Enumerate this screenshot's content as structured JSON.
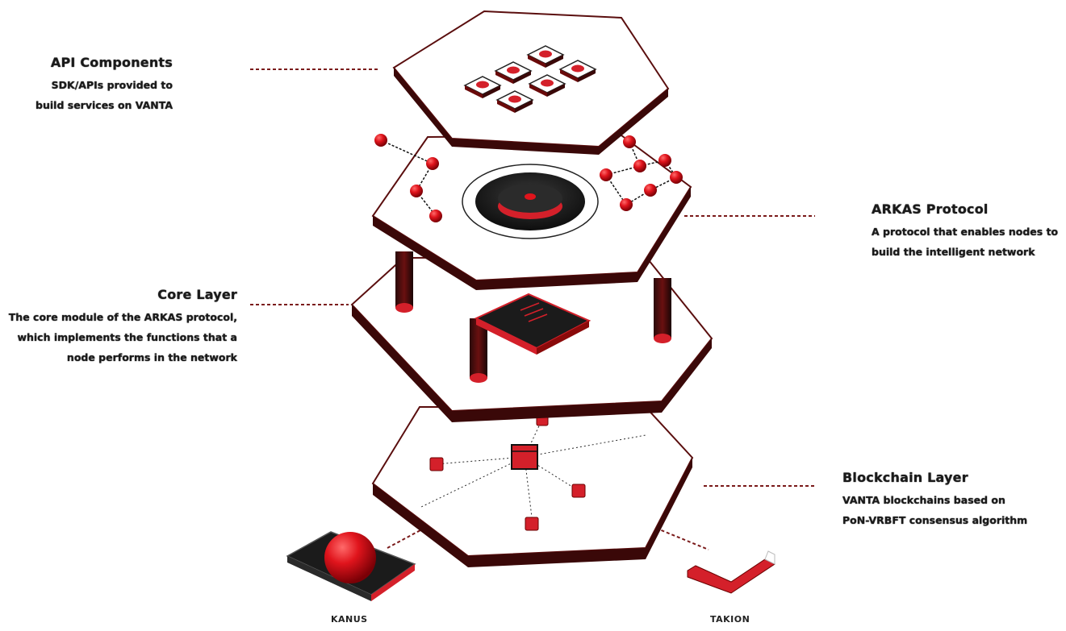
{
  "layers": [
    {
      "title": "API Components",
      "description": [
        "SDK/APIs provided to",
        "build services on VANTA"
      ]
    },
    {
      "title": "ARKAS Protocol",
      "description": [
        "A protocol that enables nodes to",
        "build the intelligent network"
      ]
    },
    {
      "title": "Core Layer",
      "description": [
        "The core module of the ARKAS protocol,",
        "which implements the functions that a",
        "node performs in the network"
      ]
    },
    {
      "title": "Blockchain Layer",
      "description": [
        "VANTA blockchains based on",
        "PoN-VRBFT consensus algorithm"
      ]
    }
  ],
  "devices": [
    {
      "label": "KANUS"
    },
    {
      "label": "TAKION"
    }
  ],
  "colors": {
    "accent": "#d4202a",
    "dark": "#1b1b1b",
    "hex_line": "#5a0e0e",
    "connector": "#7a1a1a"
  }
}
